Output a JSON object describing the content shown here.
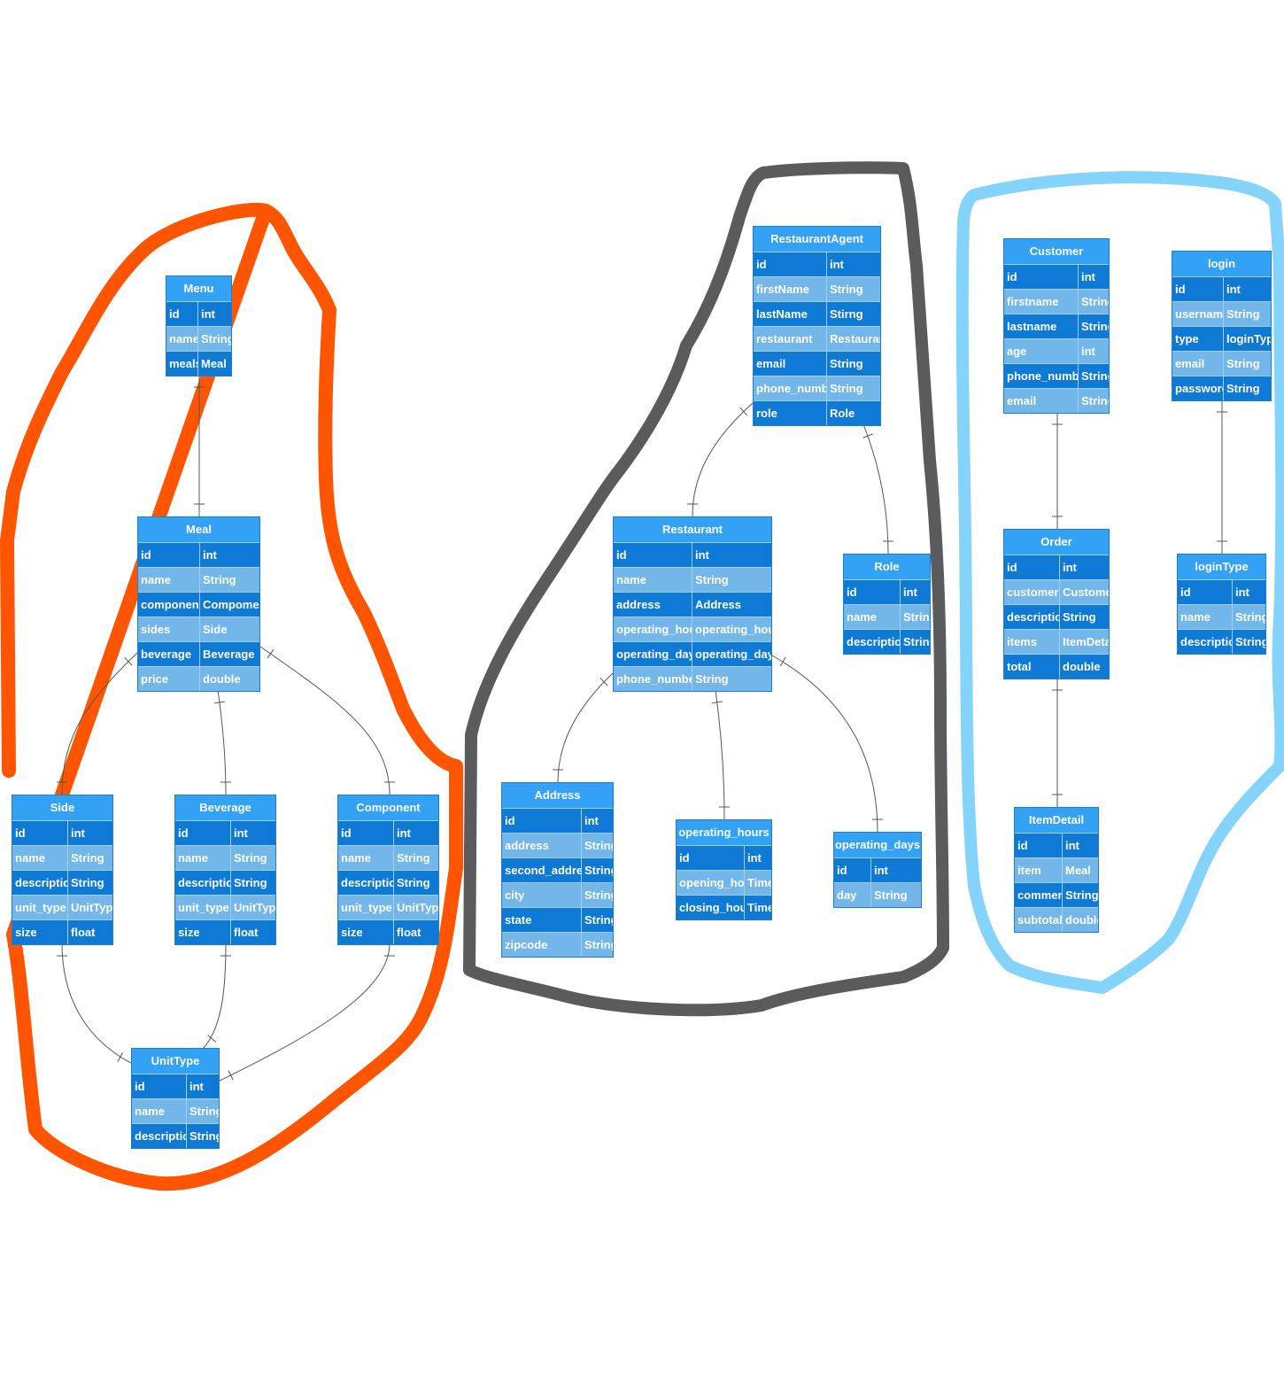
{
  "colors": {
    "header": "#33a2f4",
    "row_dark": "#0f7ad6",
    "row_light": "#72b6ea",
    "line": "#555555",
    "outline_orange": "#ff5500",
    "outline_gray": "#5a5b5d",
    "outline_lightblue": "#84d3fb"
  },
  "entities": [
    {
      "id": "menu",
      "title": "Menu",
      "fields": [
        [
          "id",
          "int"
        ],
        [
          "name",
          "String"
        ],
        [
          "meals",
          "Meal"
        ]
      ]
    },
    {
      "id": "meal",
      "title": "Meal",
      "fields": [
        [
          "id",
          "int"
        ],
        [
          "name",
          "String"
        ],
        [
          "components",
          "Compoment"
        ],
        [
          "sides",
          "Side"
        ],
        [
          "beverage",
          "Beverage"
        ],
        [
          "price",
          "double"
        ]
      ]
    },
    {
      "id": "side",
      "title": "Side",
      "fields": [
        [
          "id",
          "int"
        ],
        [
          "name",
          "String"
        ],
        [
          "description",
          "String"
        ],
        [
          "unit_type",
          "UnitType"
        ],
        [
          "size",
          "float"
        ]
      ]
    },
    {
      "id": "beverage",
      "title": "Beverage",
      "fields": [
        [
          "id",
          "int"
        ],
        [
          "name",
          "String"
        ],
        [
          "description",
          "String"
        ],
        [
          "unit_type",
          "UnitType"
        ],
        [
          "size",
          "float"
        ]
      ]
    },
    {
      "id": "component",
      "title": "Component",
      "fields": [
        [
          "id",
          "int"
        ],
        [
          "name",
          "String"
        ],
        [
          "description",
          "String"
        ],
        [
          "unit_type",
          "UnitType"
        ],
        [
          "size",
          "float"
        ]
      ]
    },
    {
      "id": "unittype",
      "title": "UnitType",
      "fields": [
        [
          "id",
          "int"
        ],
        [
          "name",
          "String"
        ],
        [
          "description",
          "String"
        ]
      ]
    },
    {
      "id": "restaurantagent",
      "title": "RestaurantAgent",
      "fields": [
        [
          "id",
          "int"
        ],
        [
          "firstName",
          "String"
        ],
        [
          "lastName",
          "Stirng"
        ],
        [
          "restaurant",
          "Restaurant"
        ],
        [
          "email",
          "String"
        ],
        [
          "phone_number",
          "String"
        ],
        [
          "role",
          "Role"
        ]
      ]
    },
    {
      "id": "restaurant",
      "title": "Restaurant",
      "fields": [
        [
          "id",
          "int"
        ],
        [
          "name",
          "String"
        ],
        [
          "address",
          "Address"
        ],
        [
          "operating_hours",
          "operating_hours"
        ],
        [
          "operating_days",
          "operating_days"
        ],
        [
          "phone_number",
          "String"
        ]
      ]
    },
    {
      "id": "role",
      "title": "Role",
      "fields": [
        [
          "id",
          "int"
        ],
        [
          "name",
          "String"
        ],
        [
          "description",
          "String"
        ]
      ]
    },
    {
      "id": "address",
      "title": "Address",
      "fields": [
        [
          "id",
          "int"
        ],
        [
          "address",
          "String"
        ],
        [
          "second_address",
          "String"
        ],
        [
          "city",
          "String"
        ],
        [
          "state",
          "String"
        ],
        [
          "zipcode",
          "String"
        ]
      ]
    },
    {
      "id": "operating_hours",
      "title": "operating_hours",
      "fields": [
        [
          "id",
          "int"
        ],
        [
          "opening_hour",
          "Time"
        ],
        [
          "closing_hour",
          "Time"
        ]
      ]
    },
    {
      "id": "operating_days",
      "title": "operating_days",
      "fields": [
        [
          "id",
          "int"
        ],
        [
          "day",
          "String"
        ]
      ]
    },
    {
      "id": "customer",
      "title": "Customer",
      "fields": [
        [
          "id",
          "int"
        ],
        [
          "firstname",
          "String"
        ],
        [
          "lastname",
          "String"
        ],
        [
          "age",
          "int"
        ],
        [
          "phone_number",
          "String"
        ],
        [
          "email",
          "String"
        ]
      ]
    },
    {
      "id": "login",
      "title": "login",
      "fields": [
        [
          "id",
          "int"
        ],
        [
          "username",
          "String"
        ],
        [
          "type",
          "loginType"
        ],
        [
          "email",
          "String"
        ],
        [
          "password",
          "String"
        ]
      ]
    },
    {
      "id": "order",
      "title": "Order",
      "fields": [
        [
          "id",
          "int"
        ],
        [
          "customer",
          "Customer"
        ],
        [
          "description",
          "String"
        ],
        [
          "items",
          "ItemDetail"
        ],
        [
          "total",
          "double"
        ]
      ]
    },
    {
      "id": "logintype",
      "title": "loginType",
      "fields": [
        [
          "id",
          "int"
        ],
        [
          "name",
          "String"
        ],
        [
          "description",
          "String"
        ]
      ]
    },
    {
      "id": "itemdetail",
      "title": "ItemDetail",
      "fields": [
        [
          "id",
          "int"
        ],
        [
          "item",
          "Meal"
        ],
        [
          "comment",
          "String"
        ],
        [
          "subtotal",
          "double"
        ]
      ]
    }
  ],
  "relationships": [
    {
      "from": "menu",
      "to": "meal"
    },
    {
      "from": "meal",
      "to": "side"
    },
    {
      "from": "meal",
      "to": "beverage"
    },
    {
      "from": "meal",
      "to": "component"
    },
    {
      "from": "side",
      "to": "unittype"
    },
    {
      "from": "beverage",
      "to": "unittype"
    },
    {
      "from": "component",
      "to": "unittype"
    },
    {
      "from": "restaurantagent",
      "to": "restaurant"
    },
    {
      "from": "restaurantagent",
      "to": "role"
    },
    {
      "from": "restaurant",
      "to": "address"
    },
    {
      "from": "restaurant",
      "to": "operating_hours"
    },
    {
      "from": "restaurant",
      "to": "operating_days"
    },
    {
      "from": "customer",
      "to": "order"
    },
    {
      "from": "order",
      "to": "itemdetail"
    },
    {
      "from": "login",
      "to": "logintype"
    }
  ]
}
